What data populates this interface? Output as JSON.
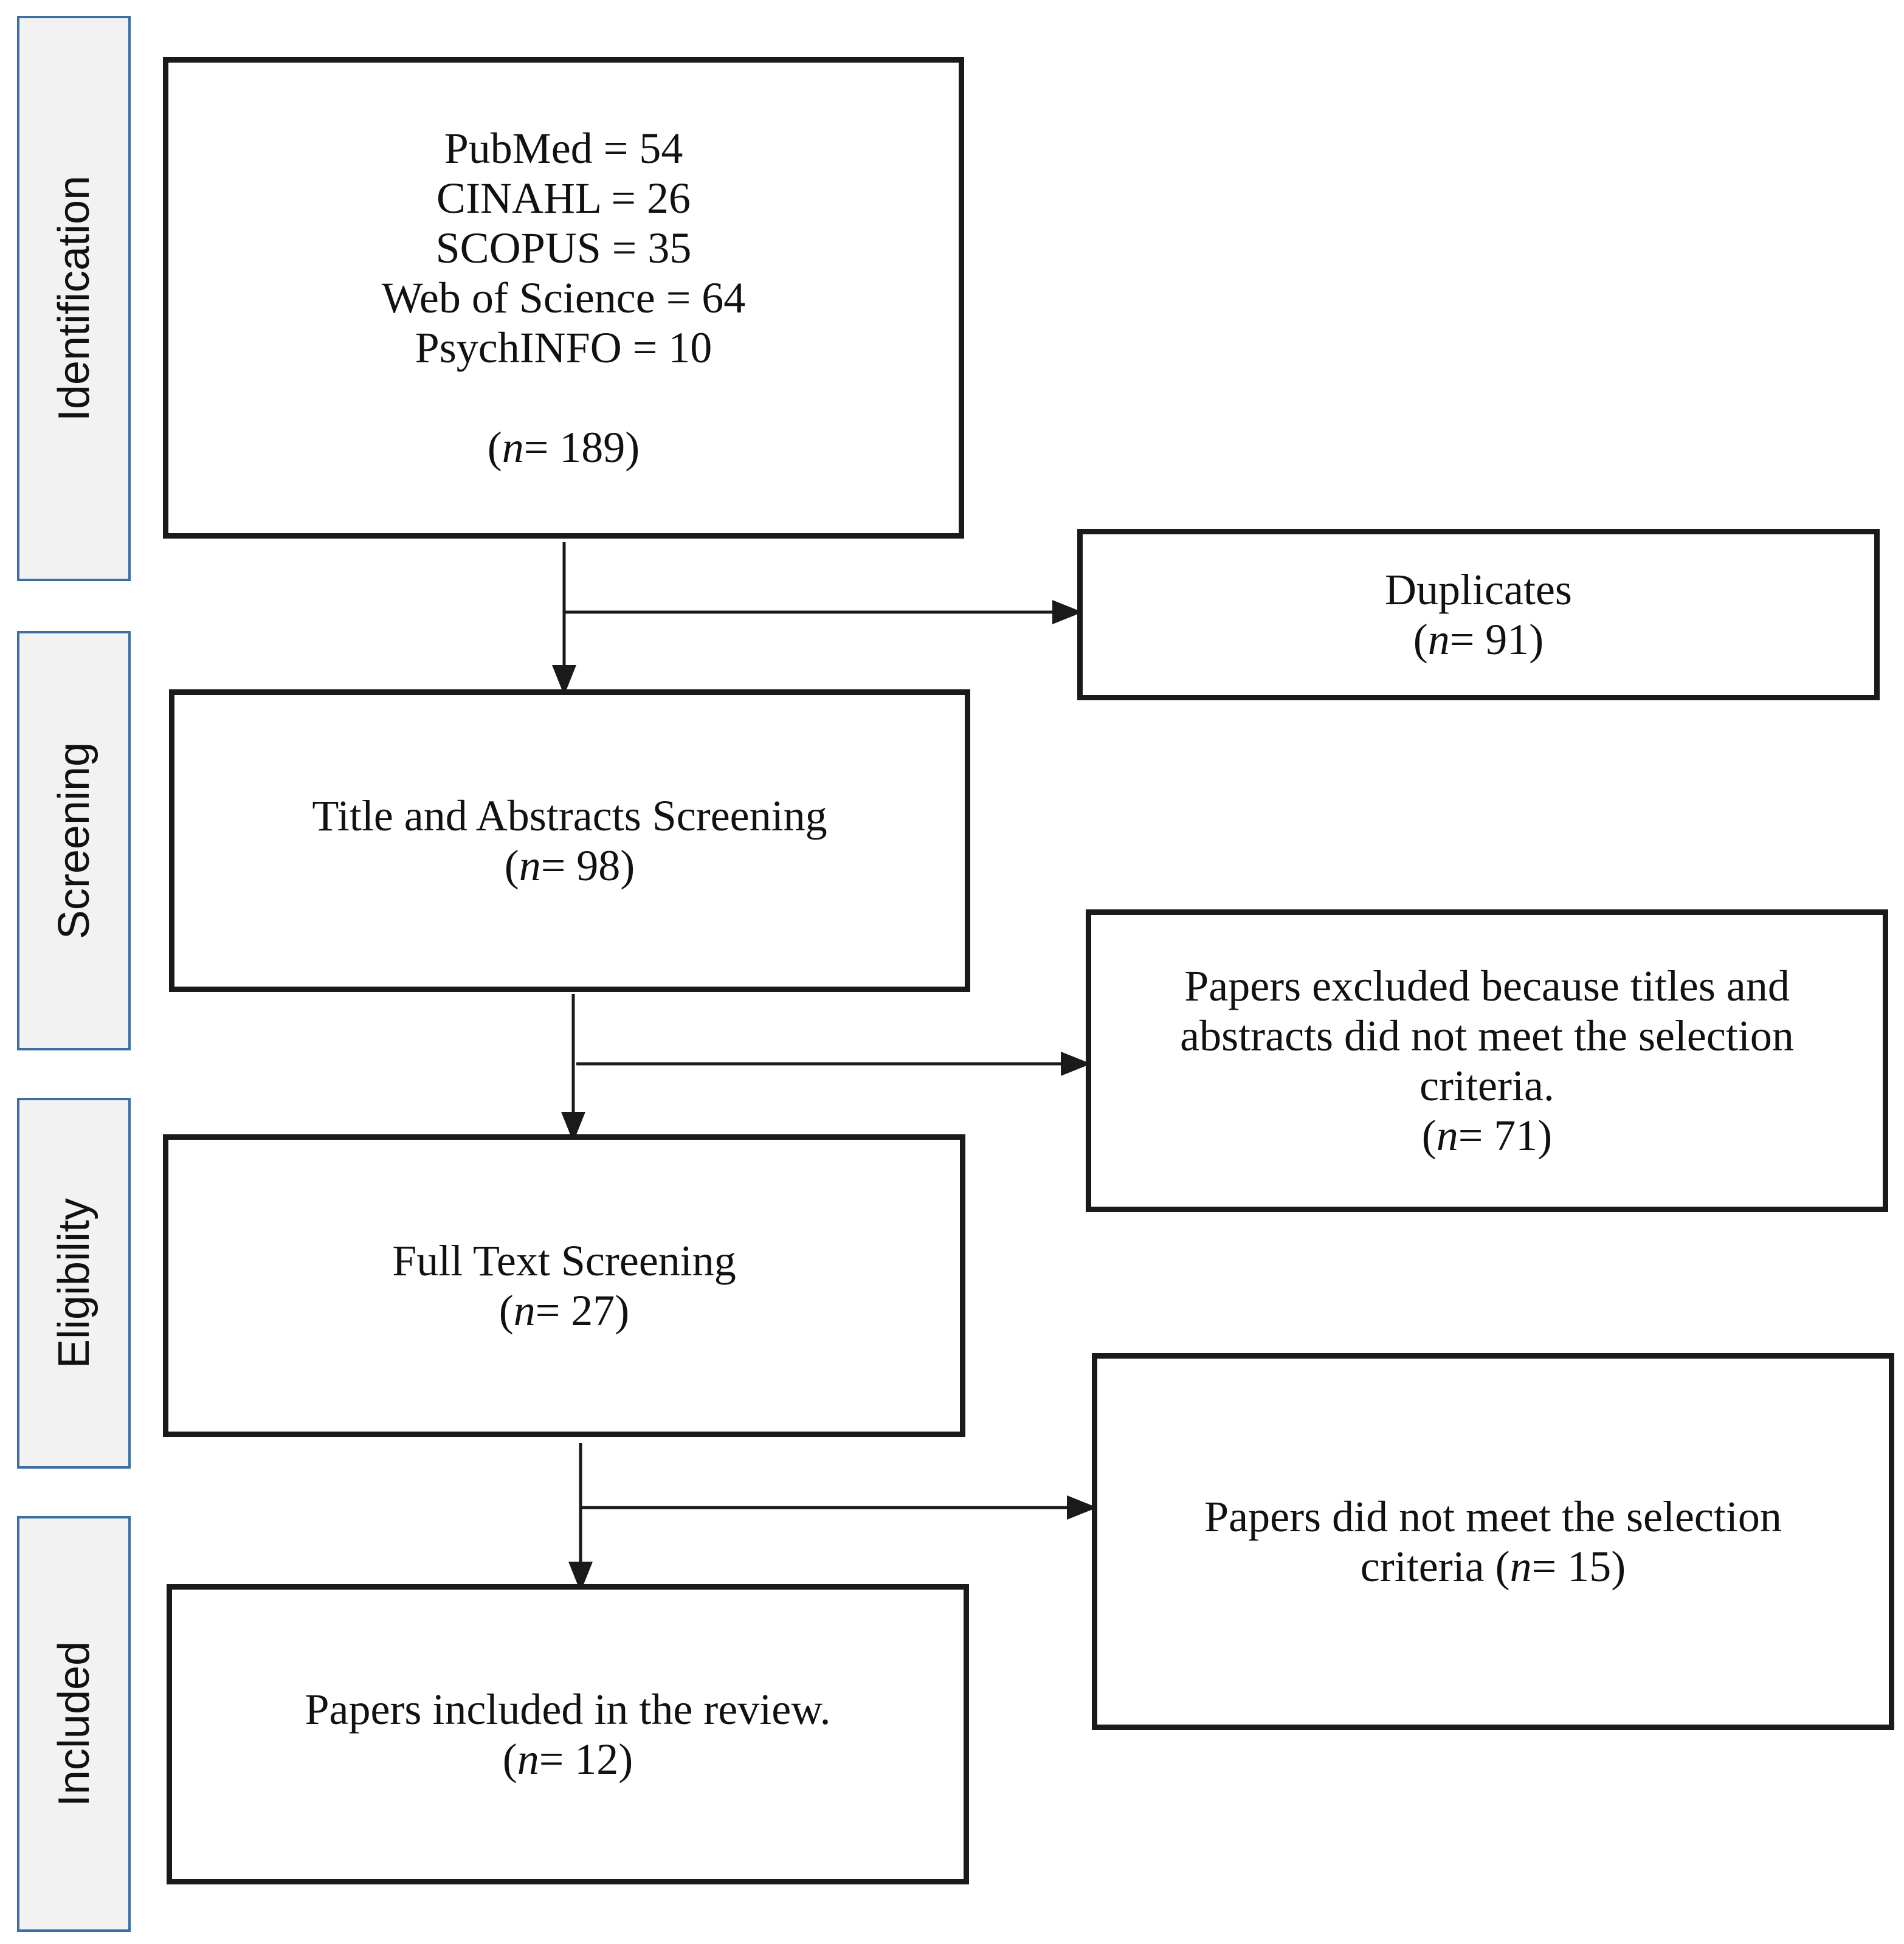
{
  "phases": {
    "identification": "Identification",
    "screening": "Screening",
    "eligibility": "Eligibility",
    "included": "Included"
  },
  "identification_box": {
    "sources": [
      "PubMed = 54",
      "CINAHL = 26",
      "SCOPUS = 35",
      "Web of Science = 64",
      "PsychINFO = 10"
    ],
    "n_var": "n",
    "n_value": "= 189"
  },
  "duplicates_box": {
    "label": "Duplicates",
    "n_var": "n",
    "n_value": "= 91"
  },
  "title_abstract_box": {
    "label": "Title and Abstracts Screening",
    "n_var": "n",
    "n_value": "= 98"
  },
  "excluded_title_box": {
    "lines": [
      "Papers excluded because titles and",
      "abstracts did not meet the selection",
      "criteria."
    ],
    "n_var": "n",
    "n_value": "= 71"
  },
  "full_text_box": {
    "label": "Full Text Screening",
    "n_var": "n",
    "n_value": "= 27"
  },
  "excluded_full_box": {
    "line1": "Papers did not meet the selection",
    "line2_prefix": "criteria (",
    "n_var": "n",
    "n_value": "= 15)"
  },
  "included_box": {
    "label": "Papers included in the review.",
    "n_var": "n",
    "n_value": "= 12"
  }
}
